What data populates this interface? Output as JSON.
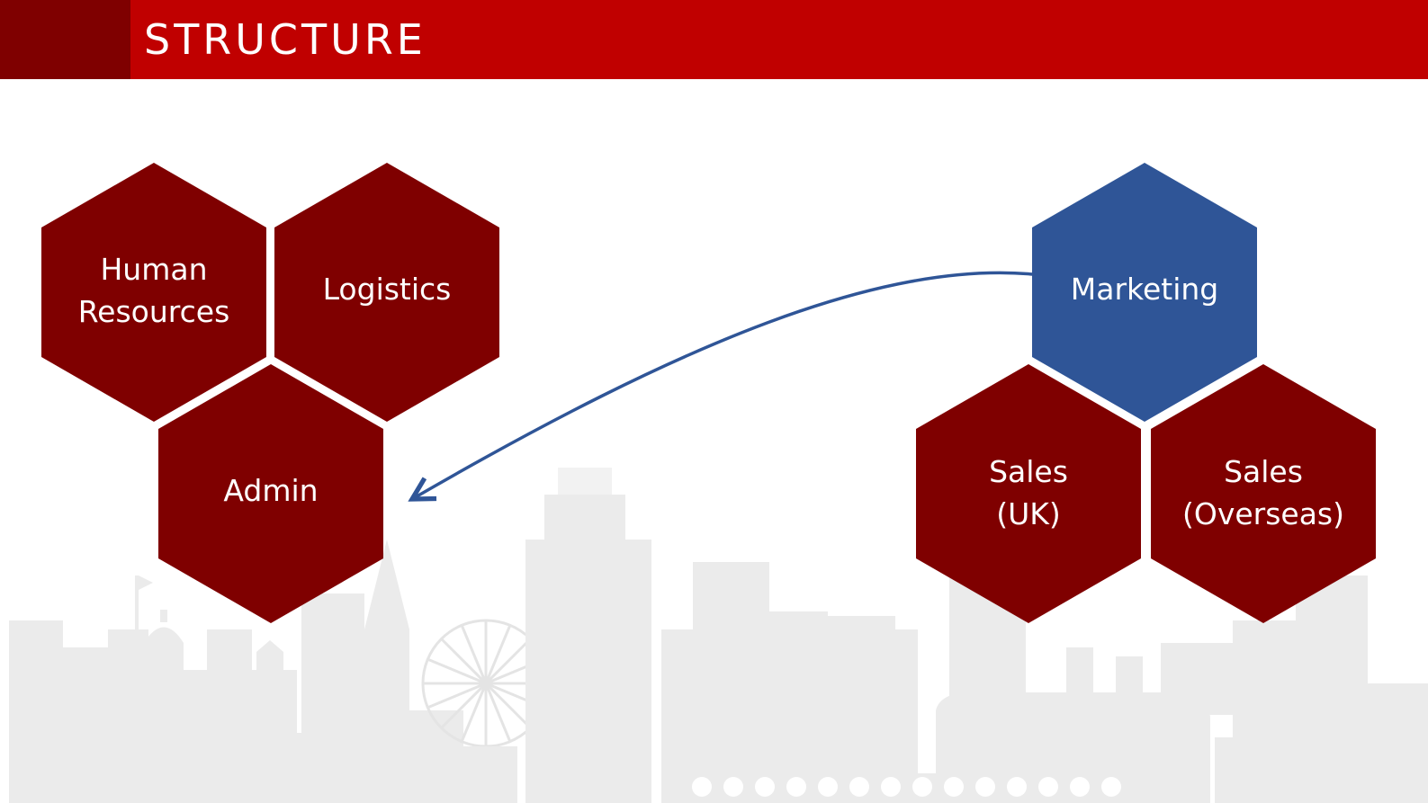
{
  "header": {
    "title": "STRUCTURE",
    "bar_color": "#C00000",
    "block_color": "#7F0000"
  },
  "diagram": {
    "left_group": [
      {
        "id": "human-resources",
        "lines": [
          "Human",
          "Resources"
        ],
        "color": "#7F0000"
      },
      {
        "id": "logistics",
        "lines": [
          "Logistics"
        ],
        "color": "#7F0000"
      },
      {
        "id": "admin",
        "lines": [
          "Admin"
        ],
        "color": "#7F0000"
      }
    ],
    "right_group": [
      {
        "id": "marketing",
        "lines": [
          "Marketing"
        ],
        "color": "#2F5597"
      },
      {
        "id": "sales-uk",
        "lines": [
          "Sales",
          "(UK)"
        ],
        "color": "#7F0000"
      },
      {
        "id": "sales-overseas",
        "lines": [
          "Sales",
          "(Overseas)"
        ],
        "color": "#7F0000"
      }
    ],
    "connector": {
      "from": "marketing",
      "to": "admin",
      "color": "#2F5597"
    }
  },
  "background": {
    "skyline_color": "#E6E6E6"
  }
}
